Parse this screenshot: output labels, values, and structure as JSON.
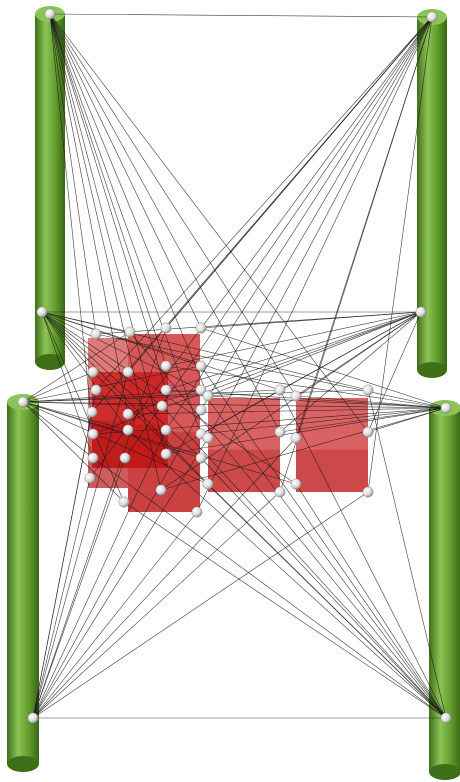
{
  "scene": {
    "background_color": "#ffffff",
    "post_color": "#5f9a2a",
    "post_dark_color": "#3f6e18",
    "post_light_color": "#8cc456",
    "block_color": "#cc1f1f",
    "block_dark_color": "#a40000",
    "node_color": "#f2f2f2",
    "cable_color": "#1a1a1a",
    "posts": [
      "post-top-left",
      "post-top-right",
      "post-bottom-left",
      "post-bottom-right"
    ],
    "blocks": [
      "block-back-left",
      "block-front-left",
      "block-center-left",
      "block-middle",
      "block-right"
    ]
  }
}
